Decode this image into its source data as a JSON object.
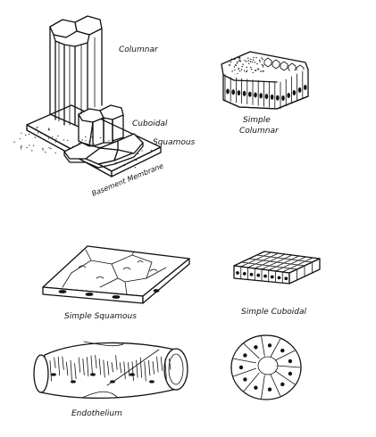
{
  "labels": {
    "columnar": "Columnar",
    "cuboidal": "Cuboidal",
    "squamous": "Squamous",
    "basement_membrane": "Basement Membrane",
    "simple_columnar_line1": "Simple",
    "simple_columnar_line2": "Columnar",
    "simple_squamous": "Simple Squamous",
    "simple_cuboidal": "Simple Cuboidal",
    "endothelium": "Endothelium"
  },
  "colors": {
    "ink": "#111111",
    "paper": "#ffffff"
  }
}
